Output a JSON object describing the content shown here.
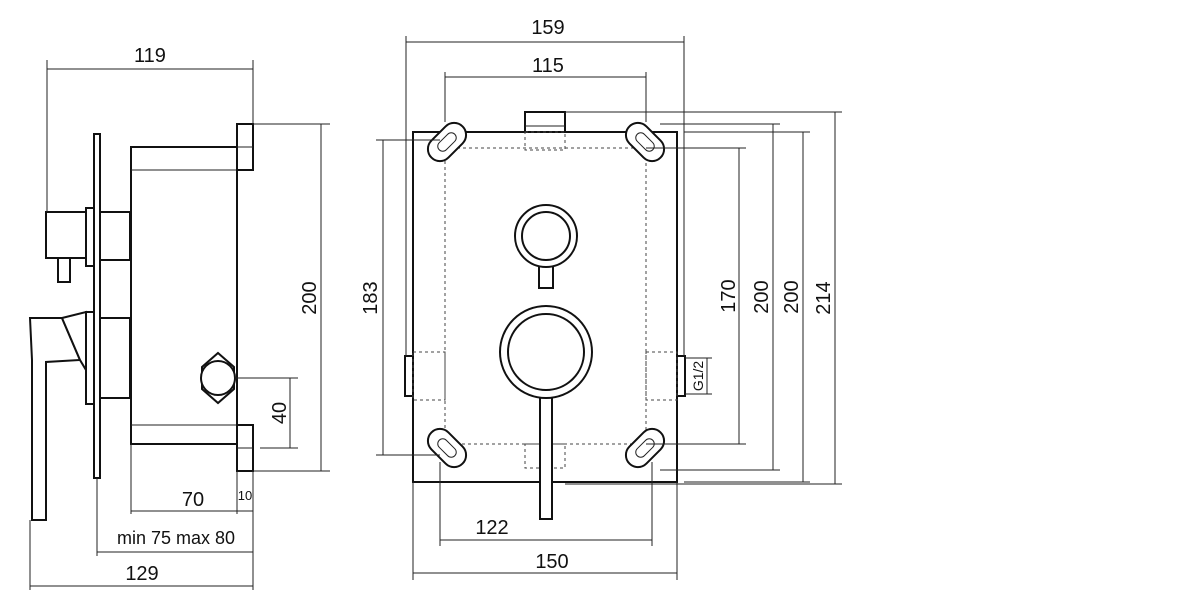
{
  "dimensions": {
    "side_width_top": "119",
    "side_height": "200",
    "side_offset": "40",
    "side_depth": "70",
    "side_flange": "10",
    "side_adjust": "min 75  max 80",
    "side_total": "129",
    "front_outer_width": "159",
    "front_inner_width": "115",
    "front_height_left": "183",
    "front_height_170": "170",
    "front_height_200a": "200",
    "front_height_200b": "200",
    "front_height_214": "214",
    "front_thread": "G1/2",
    "front_mount_width": "122",
    "front_box_width": "150"
  }
}
